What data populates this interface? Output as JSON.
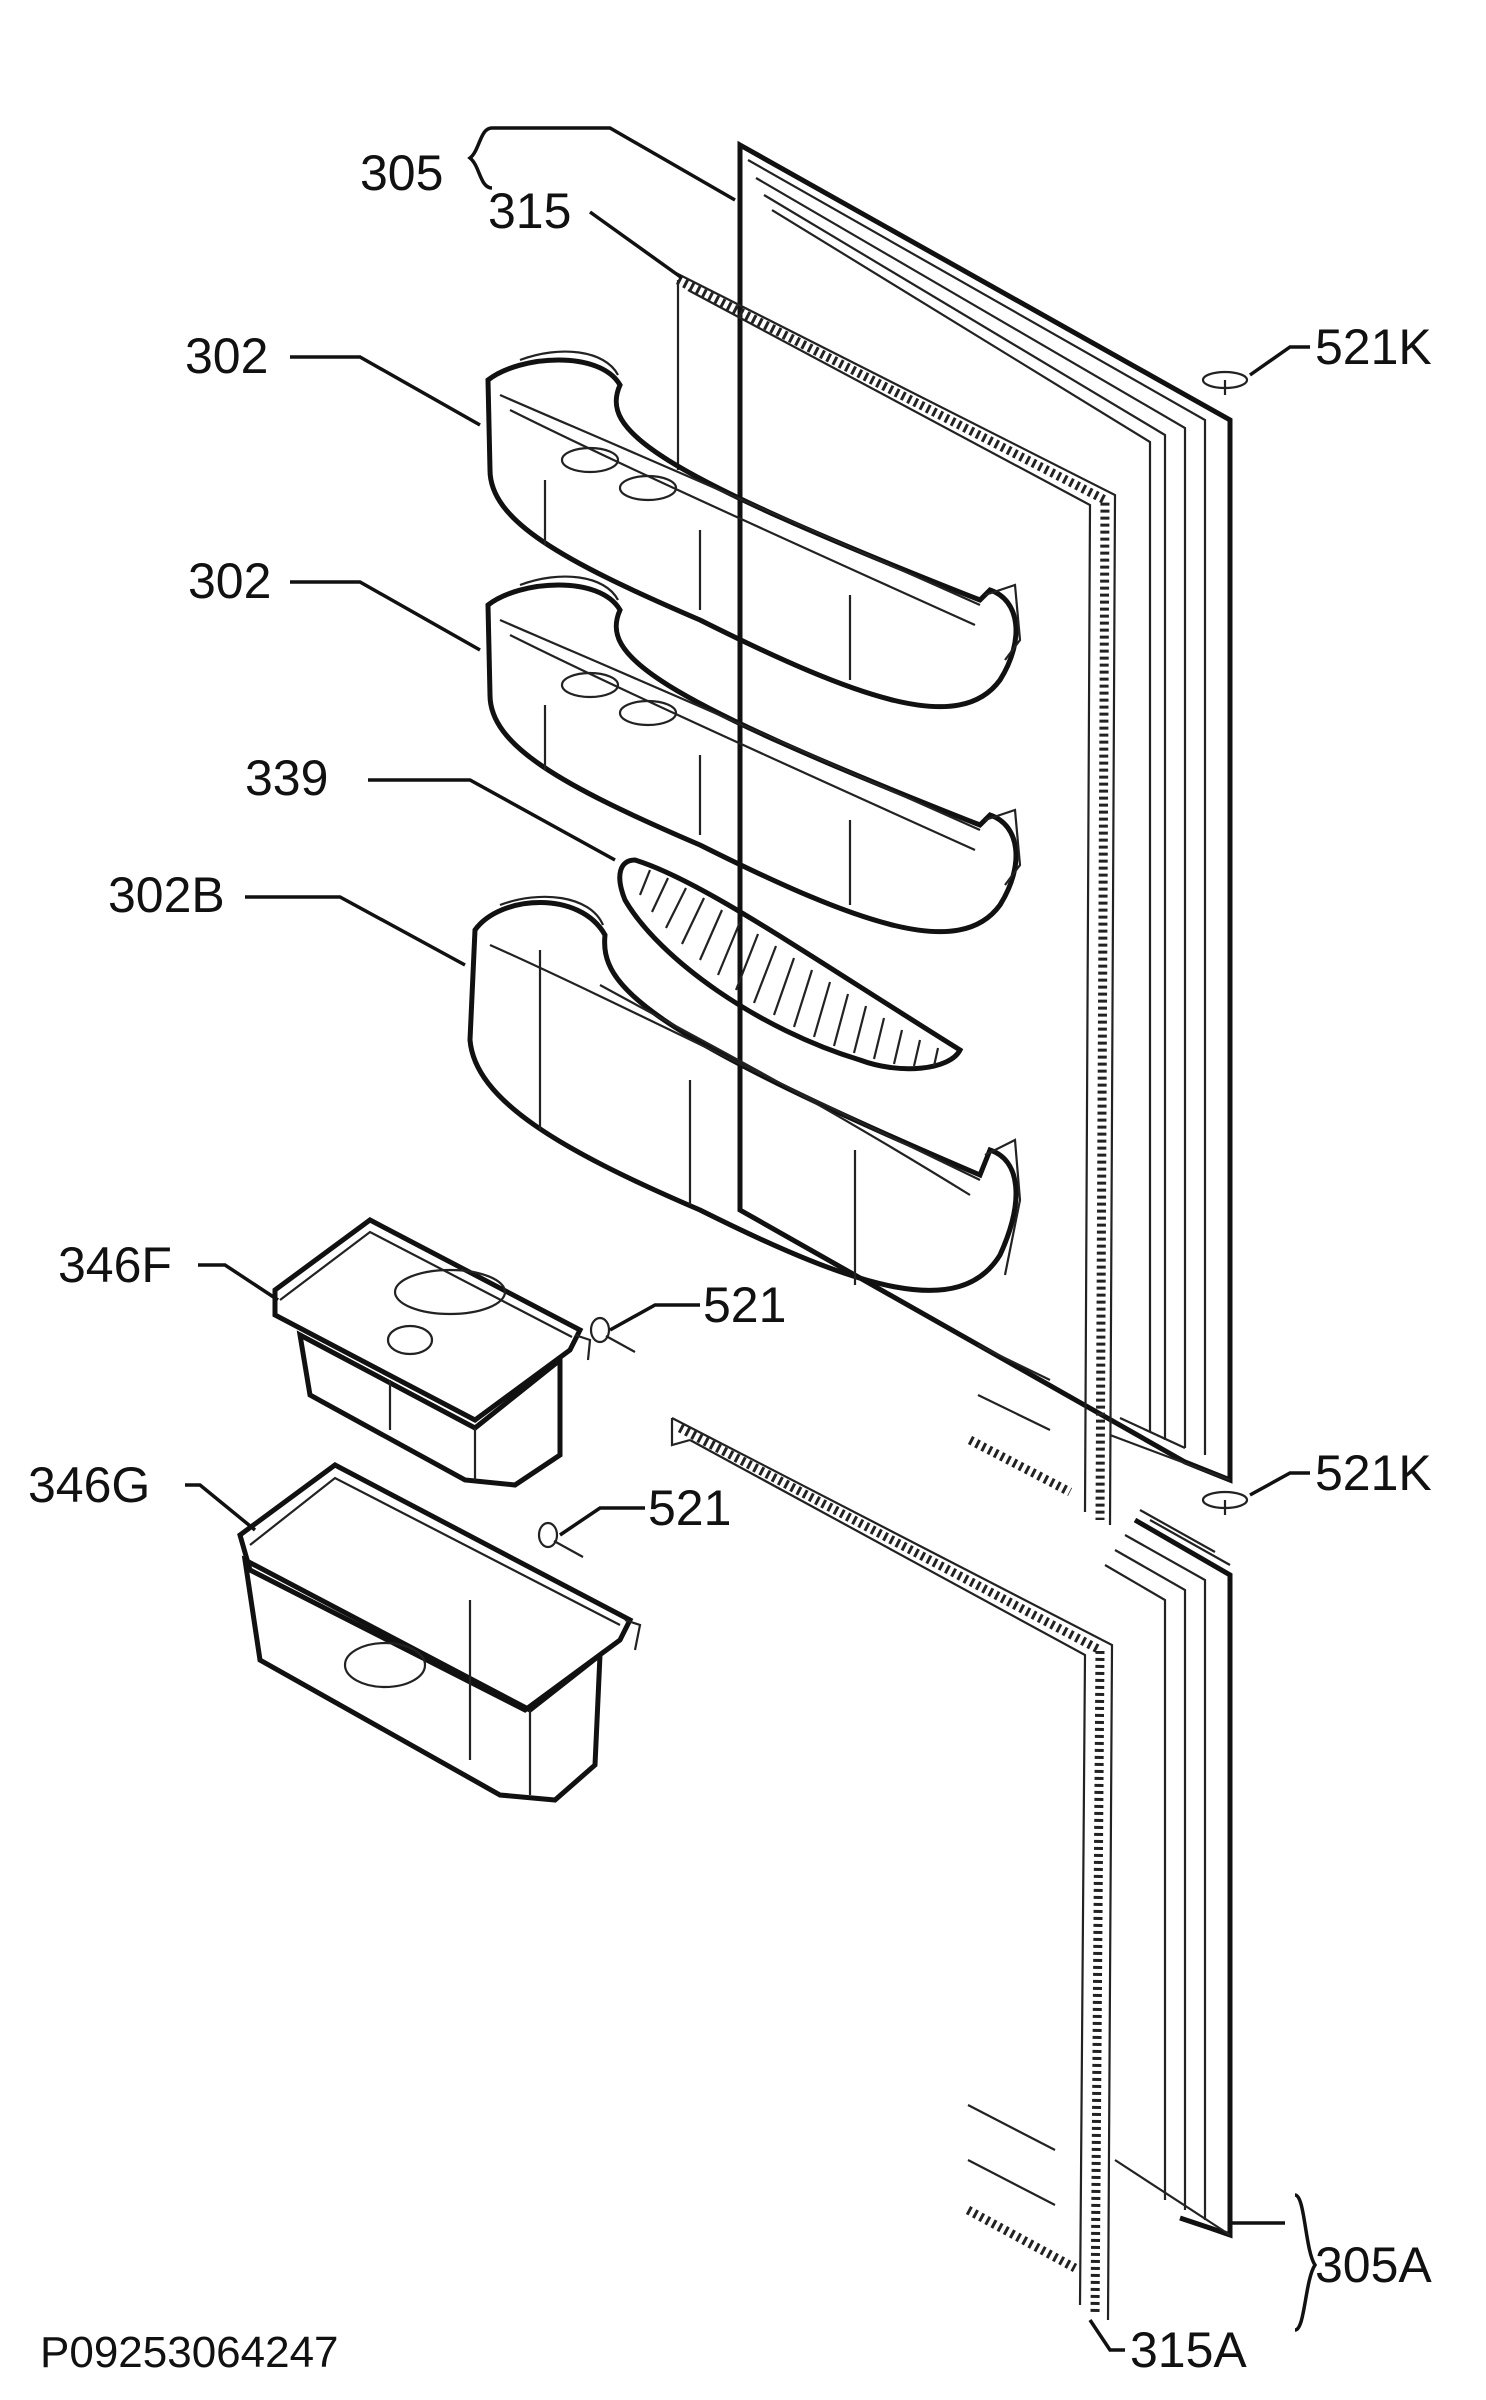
{
  "labels": {
    "l305": "305",
    "l315": "315",
    "l302a": "302",
    "l302b": "302",
    "l339": "339",
    "l302B": "302B",
    "l346F": "346F",
    "l346G": "346G",
    "l521a": "521",
    "l521b": "521",
    "l521Ka": "521K",
    "l521Kb": "521K",
    "l305A": "305A",
    "l315A": "315A"
  },
  "diagram_code": "P09253064247"
}
